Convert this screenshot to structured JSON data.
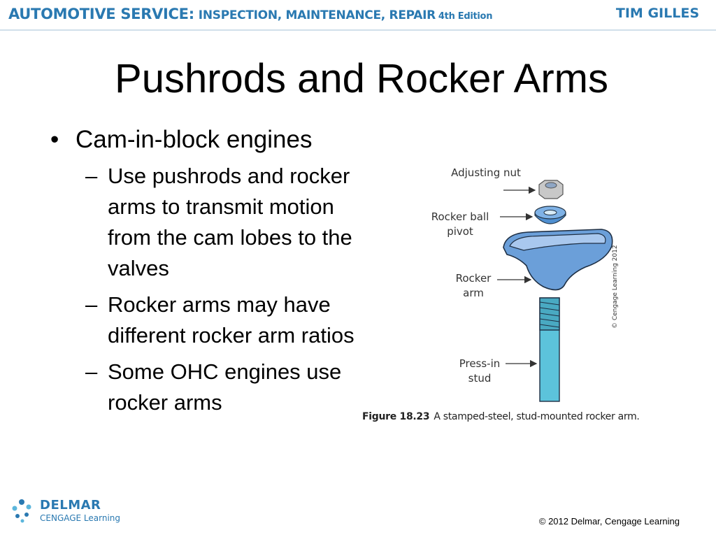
{
  "header": {
    "book_title_main": "AUTOMOTIVE SERVICE:",
    "book_title_sub": "INSPECTION, MAINTENANCE, REPAIR",
    "edition": "4th Edition",
    "author": "TIM GILLES"
  },
  "slide": {
    "title": "Pushrods and Rocker Arms",
    "bullets": [
      {
        "text": "Cam-in-block engines",
        "sub": [
          "Use pushrods and rocker arms to transmit motion from the cam lobes to the valves",
          "Rocker arms may have different rocker arm ratios",
          "Some OHC engines use rocker arms"
        ]
      }
    ]
  },
  "figure": {
    "labels": {
      "adjusting_nut": "Adjusting nut",
      "rocker_ball_pivot": "Rocker ball pivot",
      "rocker_arm": "Rocker arm",
      "press_in_stud": "Press-in stud"
    },
    "caption_number": "Figure 18.23",
    "caption_text": "A stamped-steel, stud-mounted rocker arm.",
    "copyright": "© Cengage Learning 2012"
  },
  "footer": {
    "logo_name": "DELMAR",
    "logo_sub": "CENGAGE Learning",
    "copyright": "© 2012 Delmar, Cengage Learning"
  },
  "colors": {
    "brand_blue": "#2a79b1",
    "part_blue": "#6b9fd9",
    "stud_cyan": "#5cc3db"
  }
}
